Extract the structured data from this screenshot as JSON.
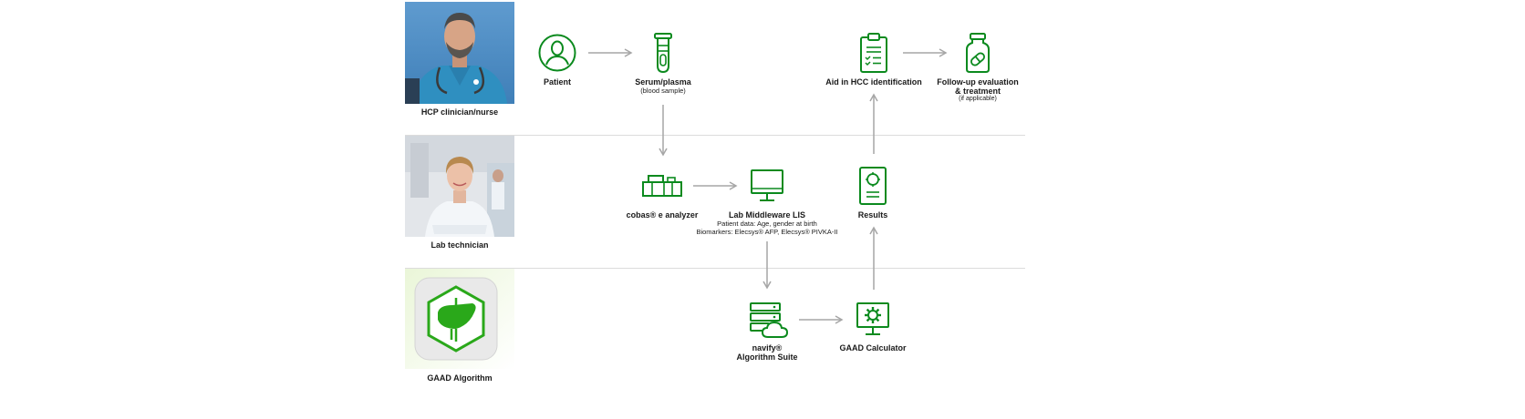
{
  "colors": {
    "green": "#0b8a1e",
    "arrow": "#a6a6a6",
    "separator": "#dcdcdc",
    "liver": "#2aa81a"
  },
  "roles": {
    "hcp": {
      "label": "HCP clinician/nurse",
      "image": "hcp-clinician-photo"
    },
    "lab": {
      "label": "Lab technician",
      "image": "lab-technician-photo"
    },
    "gaad": {
      "label": "GAAD Algorithm",
      "image": "gaad-app-icon"
    }
  },
  "nodes": {
    "patient": {
      "label": "Patient",
      "icon": "patient-icon"
    },
    "serum": {
      "label": "Serum/plasma",
      "sub": "(blood sample)",
      "icon": "test-tube-icon"
    },
    "aid": {
      "label": "Aid in HCC identification",
      "icon": "clipboard-checklist-icon"
    },
    "followup": {
      "label1": "Follow-up evaluation",
      "label2": "& treatment",
      "sub": "(if applicable)",
      "icon": "medicine-bottle-icon"
    },
    "cobas": {
      "label": "cobas® e analyzer",
      "icon": "analyzer-icon"
    },
    "middleware": {
      "label": "Lab Middleware LIS",
      "sub1": "Patient data: Age, gender at birth",
      "sub2": "Biomarkers: Elecsys® AFP, Elecsys® PIVKA-II",
      "icon": "monitor-icon"
    },
    "results": {
      "label": "Results",
      "icon": "results-device-icon"
    },
    "navify": {
      "label1": "navify®",
      "label2": "Algorithm Suite",
      "icon": "server-cloud-icon"
    },
    "gaadcalc": {
      "label": "GAAD Calculator",
      "icon": "gear-monitor-icon"
    }
  }
}
